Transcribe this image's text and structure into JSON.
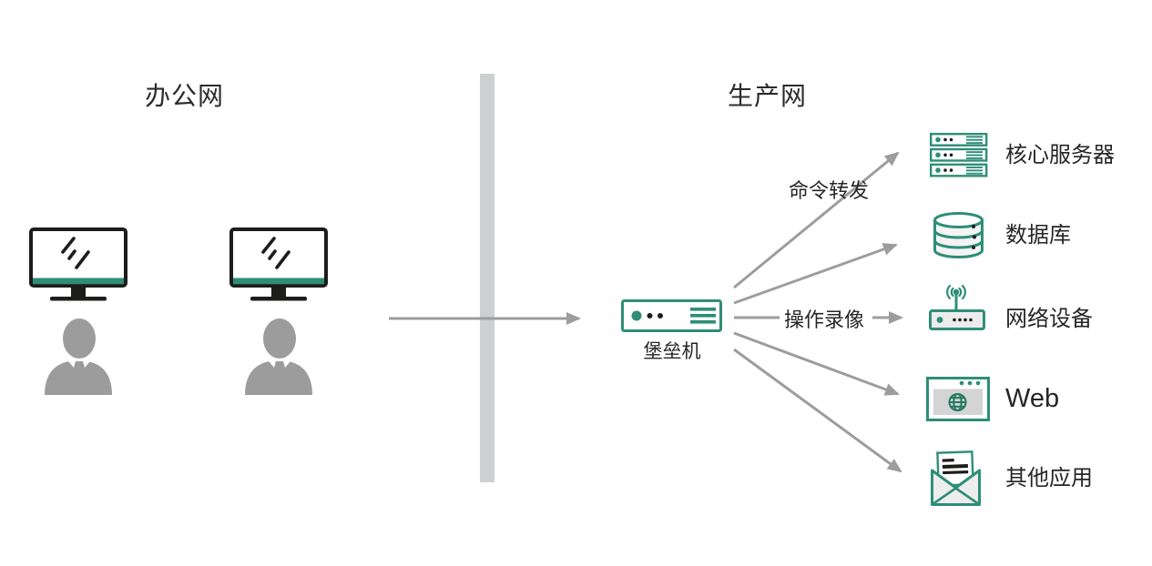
{
  "diagram": {
    "office_network": {
      "title": "办公网",
      "workstation_count": 2
    },
    "production_network": {
      "title": "生产网"
    },
    "bastion": {
      "label": "堡垒机"
    },
    "flow_labels": {
      "command_forwarding": "命令转发",
      "operation_recording": "操作录像"
    },
    "targets": [
      {
        "label": "核心服务器",
        "icon": "server-stack-icon"
      },
      {
        "label": "数据库",
        "icon": "database-icon"
      },
      {
        "label": "网络设备",
        "icon": "router-icon"
      },
      {
        "label": "Web",
        "icon": "browser-icon"
      },
      {
        "label": "其他应用",
        "icon": "envelope-icon"
      }
    ],
    "colors": {
      "accent_teal": "#2e8e76",
      "arrow_gray": "#9d9d9d",
      "barrier_gray": "#cdd0d1",
      "person_gray": "#9c9c9c",
      "outline_black": "#1d1d1b",
      "text_dark": "#262626"
    }
  }
}
